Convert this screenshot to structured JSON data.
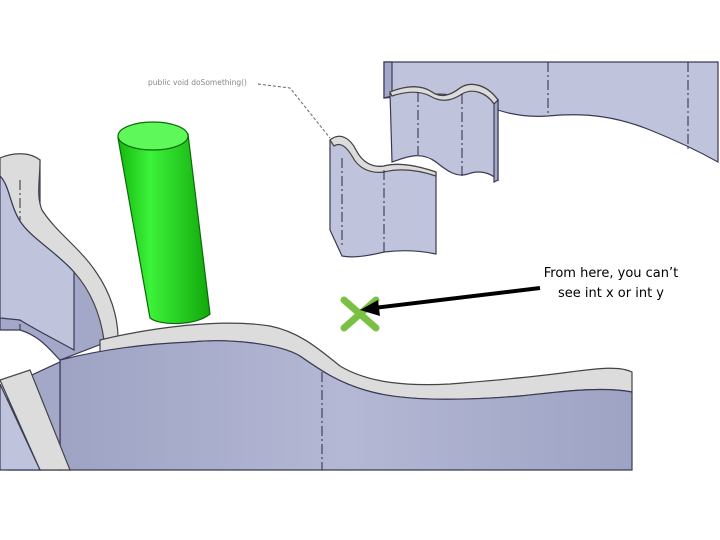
{
  "annotation": {
    "line1": "From here, you can’t",
    "line2": "see int x or int y"
  },
  "method_label": "public void doSomething()",
  "colors": {
    "wall": "#a4a8c8",
    "wall_top": "#dcdcdc",
    "cylinder": "#22e61a",
    "marker": "#7ac143",
    "arrow": "#000000"
  },
  "icons": {
    "marker": "x-mark-icon",
    "arrow": "arrow-icon"
  }
}
